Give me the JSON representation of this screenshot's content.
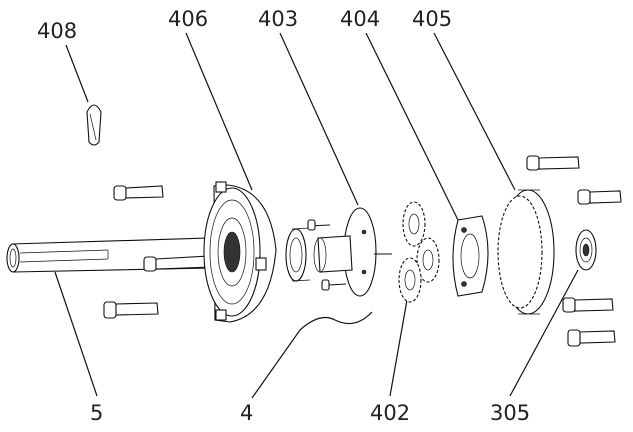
{
  "labels": {
    "l408": "408",
    "l406": "406",
    "l403": "403",
    "l404": "404",
    "l405": "405",
    "l5": "5",
    "l4": "4",
    "l402": "402",
    "l305": "305"
  }
}
